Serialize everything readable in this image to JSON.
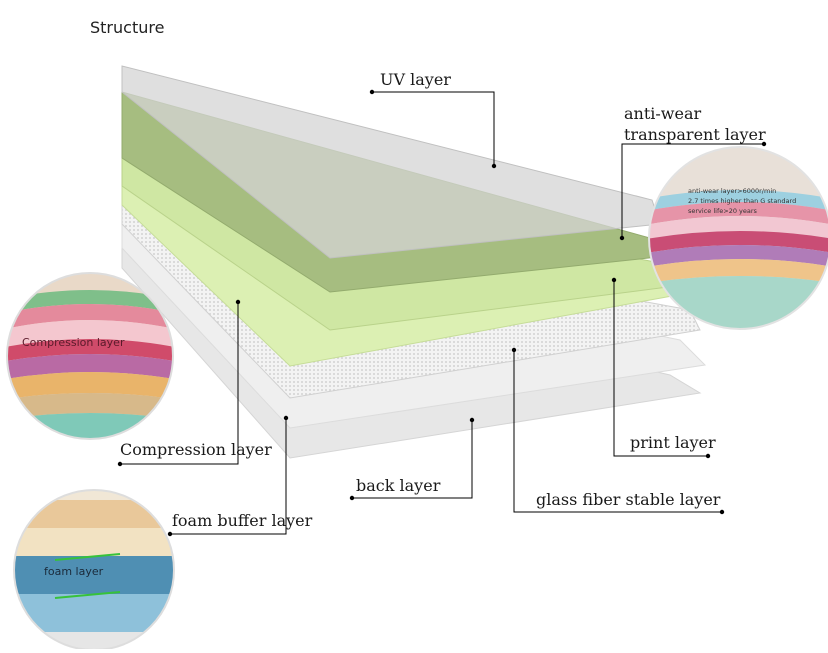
{
  "title": "Structure",
  "labels": {
    "uv": "UV layer",
    "anti_wear_line1": "anti-wear",
    "anti_wear_line2": "transparent layer",
    "print": "print layer",
    "glass_fiber": "glass fiber stable layer",
    "back": "back layer",
    "compression": "Compression layer",
    "foam_buffer": "foam buffer layer"
  },
  "insets": {
    "compression_caption": "Compression layer",
    "foam_caption": "foam layer",
    "anti_wear_line1": "anti-wear layer>6000r/min",
    "anti_wear_line2": "2.7 times higher than G standard",
    "anti_wear_line3": "service life>20 years"
  },
  "colors": {
    "uv": "#d9d9d9",
    "anti_wear": "#9fb678",
    "anti_wear_top": "#a9c07f",
    "print_top": "#cfe9a3",
    "print": "#dbf0b0",
    "glass_fiber": "#eeeeee",
    "back": "#e6e6e6",
    "leader": "#000000"
  }
}
